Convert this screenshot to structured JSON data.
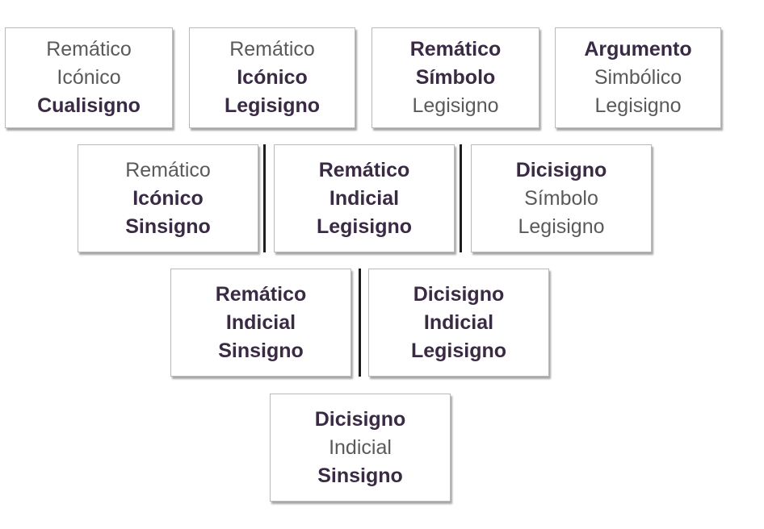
{
  "diagram": {
    "rows": [
      [
        {
          "id": "rematico-iconico-cualisigno",
          "lines": [
            {
              "text": "Remático",
              "bold": false
            },
            {
              "text": "Icónico",
              "bold": false
            },
            {
              "text": "Cualisigno",
              "bold": true
            }
          ]
        },
        {
          "id": "rematico-iconico-legisigno",
          "lines": [
            {
              "text": "Remático",
              "bold": false
            },
            {
              "text": "Icónico",
              "bold": true
            },
            {
              "text": "Legisigno",
              "bold": true
            }
          ]
        },
        {
          "id": "rematico-simbolo-legisigno",
          "lines": [
            {
              "text": "Remático",
              "bold": true
            },
            {
              "text": "Símbolo",
              "bold": true
            },
            {
              "text": "Legisigno",
              "bold": false
            }
          ]
        },
        {
          "id": "argumento-simbolico-legisigno",
          "lines": [
            {
              "text": "Argumento",
              "bold": true
            },
            {
              "text": "Simbólico",
              "bold": false
            },
            {
              "text": "Legisigno",
              "bold": false
            }
          ]
        }
      ],
      [
        {
          "id": "rematico-iconico-sinsigno",
          "lines": [
            {
              "text": "Remático",
              "bold": false
            },
            {
              "text": "Icónico",
              "bold": true
            },
            {
              "text": "Sinsigno",
              "bold": true
            }
          ]
        },
        {
          "id": "rematico-indicial-legisigno",
          "lines": [
            {
              "text": "Remático",
              "bold": true
            },
            {
              "text": "Indicial",
              "bold": true
            },
            {
              "text": "Legisigno",
              "bold": true
            }
          ]
        },
        {
          "id": "dicisigno-simbolo-legisigno",
          "lines": [
            {
              "text": "Dicisigno",
              "bold": true
            },
            {
              "text": "Símbolo",
              "bold": false
            },
            {
              "text": "Legisigno",
              "bold": false
            }
          ]
        }
      ],
      [
        {
          "id": "rematico-indicial-sinsigno",
          "lines": [
            {
              "text": "Remático",
              "bold": true
            },
            {
              "text": "Indicial",
              "bold": true
            },
            {
              "text": "Sinsigno",
              "bold": true
            }
          ]
        },
        {
          "id": "dicisigno-indicial-legisigno",
          "lines": [
            {
              "text": "Dicisigno",
              "bold": true
            },
            {
              "text": "Indicial",
              "bold": true
            },
            {
              "text": "Legisigno",
              "bold": true
            }
          ]
        }
      ],
      [
        {
          "id": "dicisigno-indicial-sinsigno",
          "lines": [
            {
              "text": "Dicisigno",
              "bold": true
            },
            {
              "text": "Indicial",
              "bold": false
            },
            {
              "text": "Sinsigno",
              "bold": true
            }
          ]
        }
      ]
    ]
  }
}
